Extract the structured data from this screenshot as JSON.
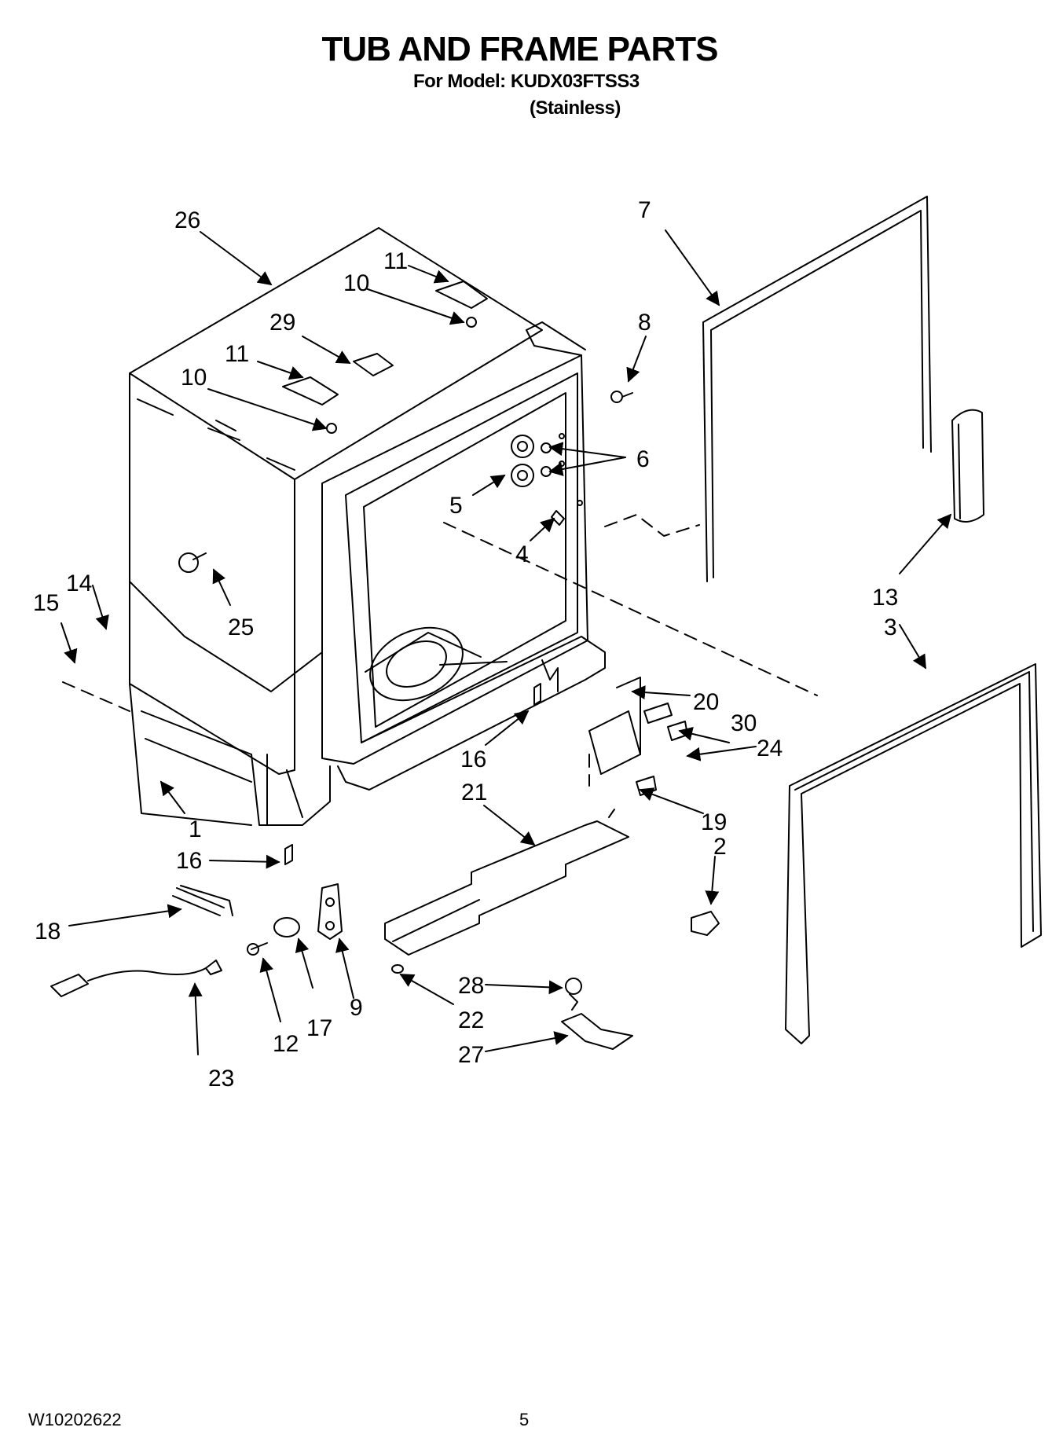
{
  "header": {
    "title": "TUB AND FRAME PARTS",
    "model_line": "For Model: KUDX03FTSS3",
    "finish_line": "(Stainless)"
  },
  "footer": {
    "doc_number": "W10202622",
    "page_number": "5"
  },
  "callouts": {
    "c1": "1",
    "c2": "2",
    "c3": "3",
    "c4": "4",
    "c5": "5",
    "c6": "6",
    "c7": "7",
    "c8": "8",
    "c9": "9",
    "c10a": "10",
    "c10b": "10",
    "c11a": "11",
    "c11b": "11",
    "c12": "12",
    "c13": "13",
    "c14": "14",
    "c15": "15",
    "c16a": "16",
    "c16b": "16",
    "c17": "17",
    "c18": "18",
    "c19": "19",
    "c20": "20",
    "c21": "21",
    "c22": "22",
    "c23": "23",
    "c24": "24",
    "c25": "25",
    "c26": "26",
    "c27": "27",
    "c28": "28",
    "c29": "29",
    "c30": "30"
  }
}
